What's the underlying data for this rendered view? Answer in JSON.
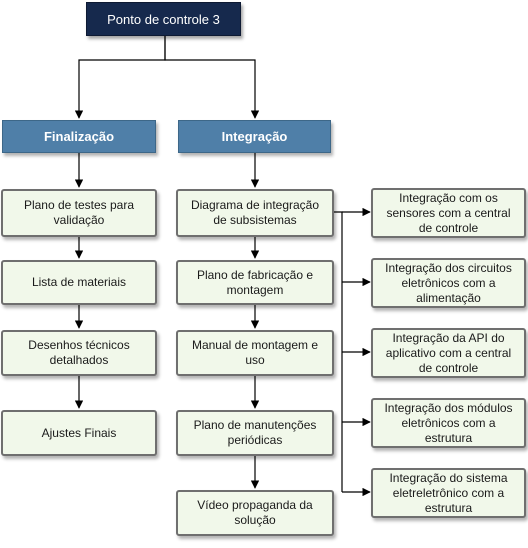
{
  "root": {
    "label": "Ponto de controle 3"
  },
  "columns": {
    "finalizacao": {
      "header": "Finalização",
      "items": [
        "Plano de testes para validação",
        "Lista de materiais",
        "Desenhos técnicos detalhados",
        "Ajustes Finais"
      ]
    },
    "integracao": {
      "header": "Integração",
      "items": [
        "Diagrama de integração de subsistemas",
        "Plano de fabricação e montagem",
        "Manual de montagem e uso",
        "Plano de manutenções periódicas",
        "Vídeo propaganda da solução"
      ]
    },
    "subsistemas": {
      "items": [
        "Integração  com os sensores com a central de controle",
        "Integração dos circuitos eletrônicos com a alimentação",
        "Integração da API do aplicativo com a central de controle",
        "Integração dos módulos eletrônicos com a estrutura",
        "Integração do sistema eletreletrônico com a estrutura"
      ]
    }
  },
  "colors": {
    "root_fill": "#16294d",
    "header_fill": "#4f7fa8",
    "node_fill": "#f1f8ea",
    "node_border": "#6f6f6f",
    "connector": "#000000"
  }
}
